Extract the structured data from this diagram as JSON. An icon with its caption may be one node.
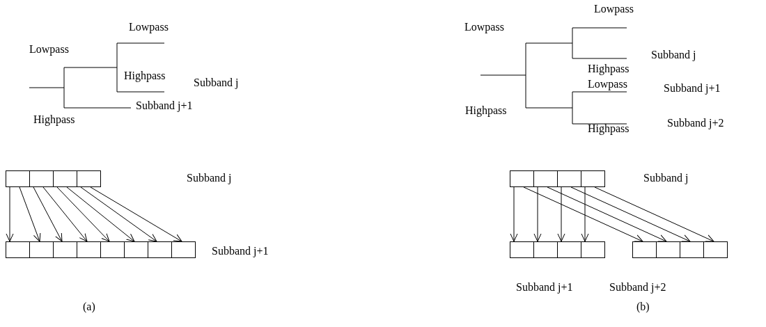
{
  "diagram": {
    "nodes": [
      {
        "text": [],
        "shape": "box"
      },
      {
        "text": [],
        "shape": "box"
      },
      {
        "text": [],
        "shape": "box"
      },
      {
        "text": [],
        "shape": "box"
      },
      {
        "text": [],
        "shape": "box"
      },
      {
        "text": [],
        "shape": "box"
      },
      {
        "text": [],
        "shape": "box"
      },
      {
        "text": [],
        "shape": "box"
      },
      {
        "text": [],
        "shape": "box"
      },
      {
        "text": [],
        "shape": "box"
      },
      {
        "text": [],
        "shape": "box"
      },
      {
        "text": [],
        "shape": "box"
      },
      {
        "text": [],
        "shape": "box"
      },
      {
        "text": [],
        "shape": "box"
      },
      {
        "text": [],
        "shape": "box"
      },
      {
        "text": [],
        "shape": "box"
      },
      {
        "text": [],
        "shape": "box"
      },
      {
        "text": [],
        "shape": "box"
      },
      {
        "text": [],
        "shape": "box"
      },
      {
        "text": [],
        "shape": "box"
      },
      {
        "text": [],
        "shape": "box"
      },
      {
        "text": [],
        "shape": "box"
      },
      {
        "text": [],
        "shape": "box"
      },
      {
        "text": [],
        "shape": "box"
      }
    ],
    "edges": [
      {
        "from": 0,
        "to": 4,
        "arrow": "to"
      },
      {
        "from": 0,
        "to": 5,
        "arrow": "to"
      },
      {
        "from": 1,
        "to": 6,
        "arrow": "to"
      },
      {
        "from": 1,
        "to": 7,
        "arrow": "to"
      },
      {
        "from": 2,
        "to": 8,
        "arrow": "to"
      },
      {
        "from": 2,
        "to": 9,
        "arrow": "to"
      },
      {
        "from": 3,
        "to": 10,
        "arrow": "to"
      },
      {
        "from": 3,
        "to": 11,
        "arrow": "to"
      },
      {
        "from": 12,
        "to": 16,
        "arrow": "to"
      },
      {
        "from": 12,
        "to": 20,
        "arrow": "to"
      },
      {
        "from": 13,
        "to": 17,
        "arrow": "to"
      },
      {
        "from": 13,
        "to": 21,
        "arrow": "to"
      },
      {
        "from": 14,
        "to": 18,
        "arrow": "to"
      },
      {
        "from": 14,
        "to": 22,
        "arrow": "to"
      },
      {
        "from": 15,
        "to": 19,
        "arrow": "to"
      },
      {
        "from": 15,
        "to": 23,
        "arrow": "to"
      }
    ],
    "labels": [
      "Lowpass",
      "Lowpass",
      "Highpass",
      "Subband j",
      "Subband j+1",
      "Highpass",
      "Subband j",
      "Subband j+1",
      "(a)",
      "Lowpass",
      "Lowpass",
      "Subband j",
      "Highpass",
      "Lowpass",
      "Subband j+1",
      "Highpass",
      "Subband j+2",
      "Highpass",
      "Subband j",
      "Subband j+1",
      "Subband j+2",
      "(b)"
    ]
  }
}
